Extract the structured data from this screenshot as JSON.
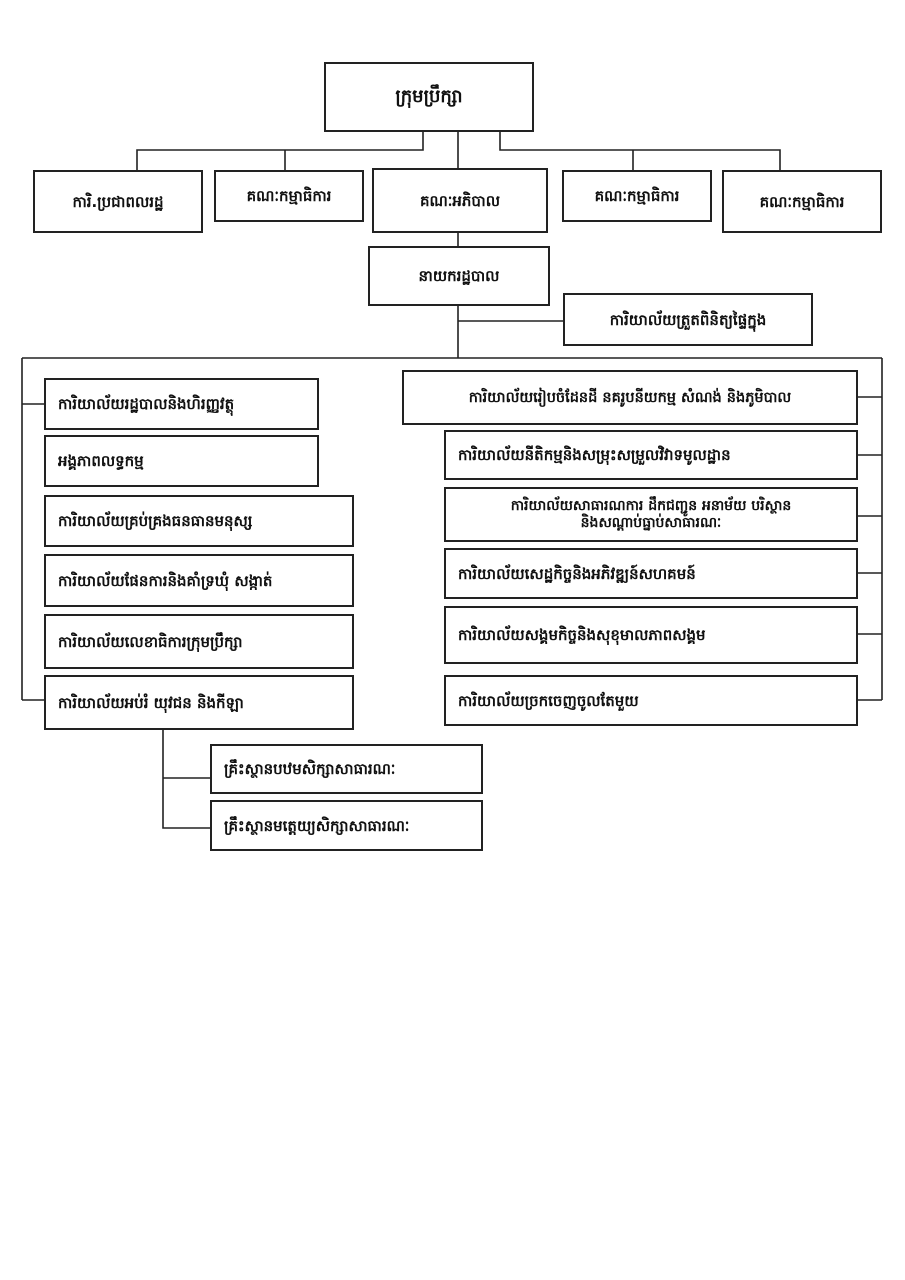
{
  "nodes": {
    "council": "ក្រុមប្រឹក្សា",
    "top_row": [
      "ការិ.ប្រជាពលរដ្ឋ",
      "គណៈកម្មាធិការ",
      "គណៈអភិបាល",
      "គណៈកម្មាធិការ",
      "គណៈកម្មាធិការ"
    ],
    "director": "នាយករដ្ឋបាល",
    "internal_audit": "ការិយាល័យត្រួតពិនិត្យផ្ទៃក្នុង",
    "left_column": [
      "ការិយាល័យរដ្ឋបាលនិងហិរញ្ញវត្ថុ",
      "អង្គភាពលទ្ធកម្ម",
      "ការិយាល័យគ្រប់គ្រងធនធានមនុស្ស",
      "ការិយាល័យផែនការនិងគាំទ្រឃុំ សង្កាត់",
      "ការិយាល័យលេខាធិការក្រុមប្រឹក្សា",
      "ការិយាល័យអប់រំ យុវជន និងកីឡា"
    ],
    "right_column": [
      "ការិយាល័យរៀបចំដែនដី នគរូបនីយកម្ម សំណង់ និងភូមិបាល",
      "ការិយាល័យនីតិកម្មនិងសម្រុះសម្រួលវិវាទមូលដ្ឋាន",
      "ការិយាល័យសាធារណការ ដឹកជញ្ជូន អនាម័យ បរិស្ថាន",
      "និងសណ្តាប់ធ្នាប់សាធារណៈ",
      "ការិយាល័យសេដ្ឋកិច្ចនិងអភិវឌ្ឍន៍សហគមន៍",
      "ការិយាល័យសង្គមកិច្ចនិងសុខុមាលភាពសង្គម",
      "ការិយាល័យច្រកចេញចូលតែមួយ"
    ],
    "schools": [
      "គ្រឹះស្ថានបឋមសិក្សាសាធារណៈ",
      "គ្រឹះស្ថានមត្តេយ្យសិក្សាសាធារណៈ"
    ]
  }
}
